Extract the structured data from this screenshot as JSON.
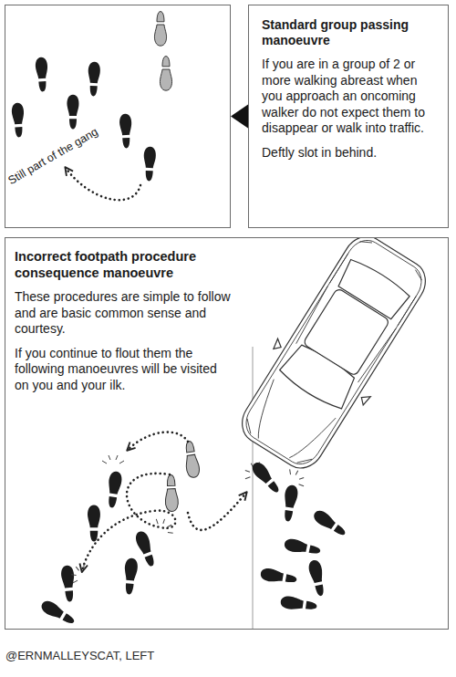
{
  "diagram": {
    "nodes": [
      {
        "text": [
          "Still part of the gang"
        ]
      },
      {
        "text": [
          "Standard group passing manoeuvre",
          "If you are in a group of 2 or more walking abreast when you approach an oncoming walker do not expect them to disappear or walk into traffic.",
          "Deftly slot in behind."
        ]
      },
      {
        "text": [
          "Incorrect footpath procedure consequence manoeuvre",
          "These procedures are simple to follow and are basic common sense and courtesy.",
          "If you continue to flout them the following manoeuvres will be visited on you and your ilk."
        ]
      }
    ],
    "edges": [
      {
        "from": 1,
        "to": 0,
        "arrow": "to"
      }
    ],
    "labels": [
      "@ERNMALLEYSCAT, LEFT"
    ]
  }
}
